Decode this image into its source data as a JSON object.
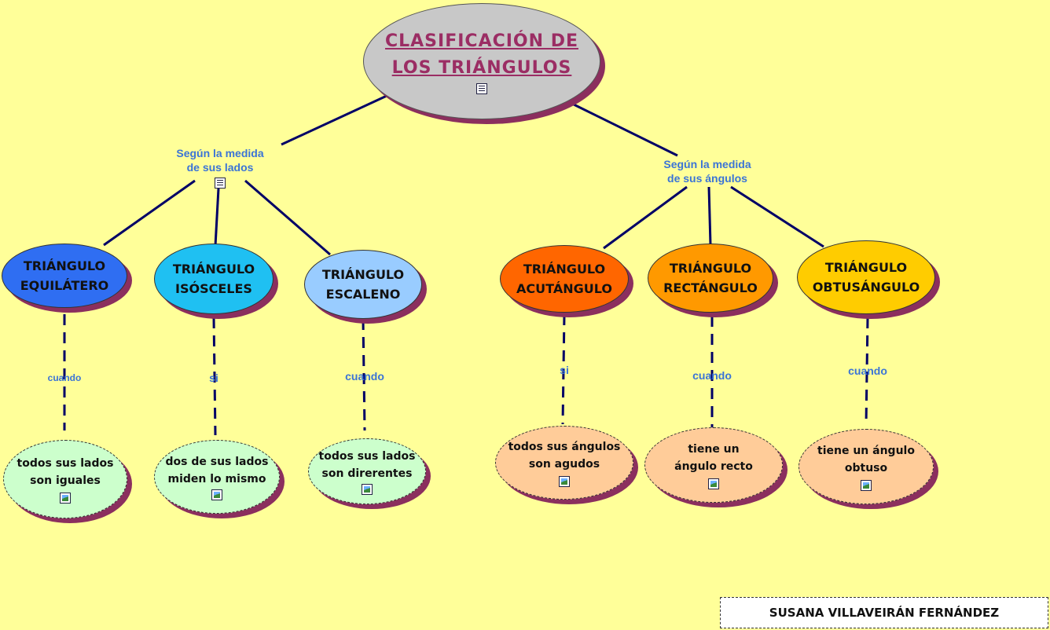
{
  "title": {
    "line1": "CLASIFICACIÓN DE",
    "line2": "LOS TRIÁNGULOS"
  },
  "branches": {
    "sides": {
      "line1": "Según la medida",
      "line2": "de sus lados"
    },
    "angles": {
      "line1": "Según la medida",
      "line2": "de sus ángulos"
    }
  },
  "types": [
    {
      "line1": "TRIÁNGULO",
      "line2": "EQUILÁTERO",
      "color": "#2f6ef2",
      "link": "cuando",
      "desc1": "todos sus lados",
      "desc2": "son iguales"
    },
    {
      "line1": "TRIÁNGULO",
      "line2": "ISÓSCELES",
      "color": "#1fc0f2",
      "link": "si",
      "desc1": "dos de sus lados",
      "desc2": "miden lo mismo"
    },
    {
      "line1": "TRIÁNGULO",
      "line2": "ESCALENO",
      "color": "#99ccff",
      "link": "cuando",
      "desc1": "todos sus lados",
      "desc2": "son direrentes"
    },
    {
      "line1": "TRIÁNGULO",
      "line2": "ACUTÁNGULO",
      "color": "#ff6600",
      "link": "si",
      "desc1": "todos sus ángulos",
      "desc2": "son agudos"
    },
    {
      "line1": "TRIÁNGULO",
      "line2": "RECTÁNGULO",
      "color": "#ff9900",
      "link": "cuando",
      "desc1": "tiene un",
      "desc2": "ángulo recto"
    },
    {
      "line1": "TRIÁNGULO",
      "line2": "OBTUSÁNGULO",
      "color": "#ffcc00",
      "link": "cuando",
      "desc1": "tiene un ángulo",
      "desc2": "obtuso"
    }
  ],
  "colors": {
    "desc_left": "#ccffcc",
    "desc_right": "#ffcc99",
    "line": "#000066",
    "label": "#3b74d6",
    "title_text": "#9b2d64"
  },
  "icons": {
    "document": "document-icon",
    "image": "image-icon"
  },
  "author": "SUSANA VILLAVEIRÁN FERNÁNDEZ"
}
